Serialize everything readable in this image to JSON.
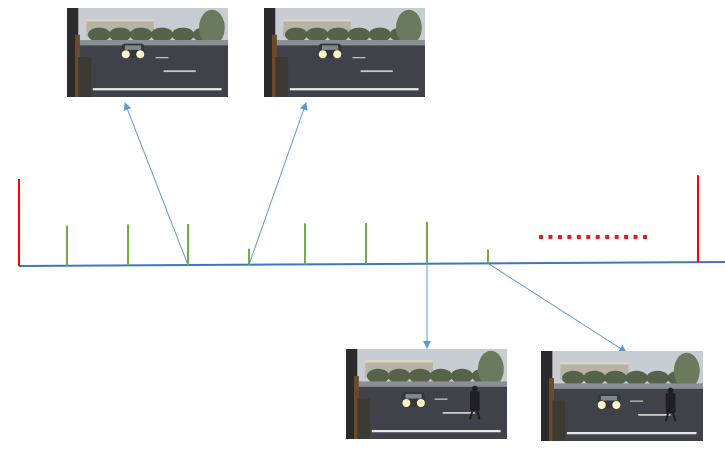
{
  "diagram": {
    "colors": {
      "timeline": "#4472c4",
      "boundary_marker": "#ff0000",
      "frame_marker": "#70ad47",
      "ellipsis": "#e81c1c",
      "arrow": "#5b9bd5",
      "sky": "#c7cdd3",
      "building": "#b8b4a5",
      "trees": "#55634a",
      "road": "#3f4249",
      "road_marking": "#e8e8e8",
      "pole": "#6e4a2a",
      "car_body": "#34363c",
      "headlight": "#fff6c8",
      "pedestrian": "#1e1e24"
    },
    "markers": [
      {
        "kind": "boundary"
      },
      {
        "kind": "frame"
      },
      {
        "kind": "frame"
      },
      {
        "kind": "frame"
      },
      {
        "kind": "frame"
      },
      {
        "kind": "frame"
      },
      {
        "kind": "frame"
      },
      {
        "kind": "frame"
      },
      {
        "kind": "frame"
      },
      {
        "kind": "boundary"
      }
    ],
    "ellipsis_dot_count": 12,
    "thumbnails": [
      {
        "scene": "car-approaching",
        "pedestrian": false
      },
      {
        "scene": "car-approaching",
        "pedestrian": false
      },
      {
        "scene": "car-with-pedestrian",
        "pedestrian": true
      },
      {
        "scene": "car-with-pedestrian",
        "pedestrian": true
      }
    ]
  }
}
